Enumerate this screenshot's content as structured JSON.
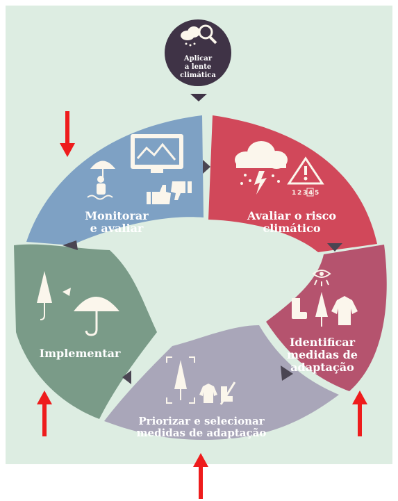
{
  "center_label": [
    "Aplicar",
    "a lente",
    "climática"
  ],
  "segments": [
    {
      "key": "monitor",
      "lines": [
        "Monitorar",
        "e avaliar"
      ],
      "color": "#7ea1c4"
    },
    {
      "key": "avaliar",
      "lines": [
        "Avaliar o risco",
        "climático"
      ],
      "color": "#d1485a"
    },
    {
      "key": "identificar",
      "lines": [
        "Identificar",
        "medidas de",
        "adaptação"
      ],
      "color": "#b5536e"
    },
    {
      "key": "priorizar",
      "lines": [
        "Priorizar e selecionar",
        "medidas de adaptação"
      ],
      "color": "#a9a6b9"
    },
    {
      "key": "implementar",
      "lines": [
        "Implementar"
      ],
      "color": "#7a9b88"
    }
  ],
  "risk_scale": [
    "1",
    "2",
    "3",
    "4",
    "5"
  ],
  "colors": {
    "background": "#ddede2",
    "center": "#3f3346",
    "arrow": "#4a4552",
    "annotation_arrow": "#ee1c1c",
    "icon": "#fbf6ec"
  }
}
